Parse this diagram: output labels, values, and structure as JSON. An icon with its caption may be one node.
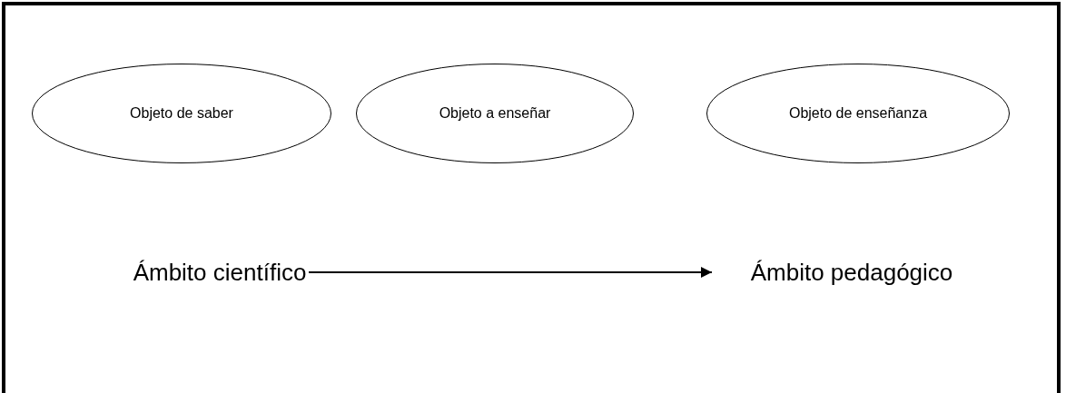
{
  "diagram": {
    "nodes": [
      {
        "text": [
          "Objeto de saber"
        ]
      },
      {
        "text": [
          "Objeto a enseñar"
        ]
      },
      {
        "text": [
          "Objeto de enseñanza"
        ]
      },
      {
        "text": [
          "Ámbito científico"
        ]
      },
      {
        "text": [
          "Ámbito pedagógico"
        ]
      }
    ],
    "edges": [
      {
        "from": 3,
        "to": 4,
        "arrow": "to"
      }
    ]
  }
}
